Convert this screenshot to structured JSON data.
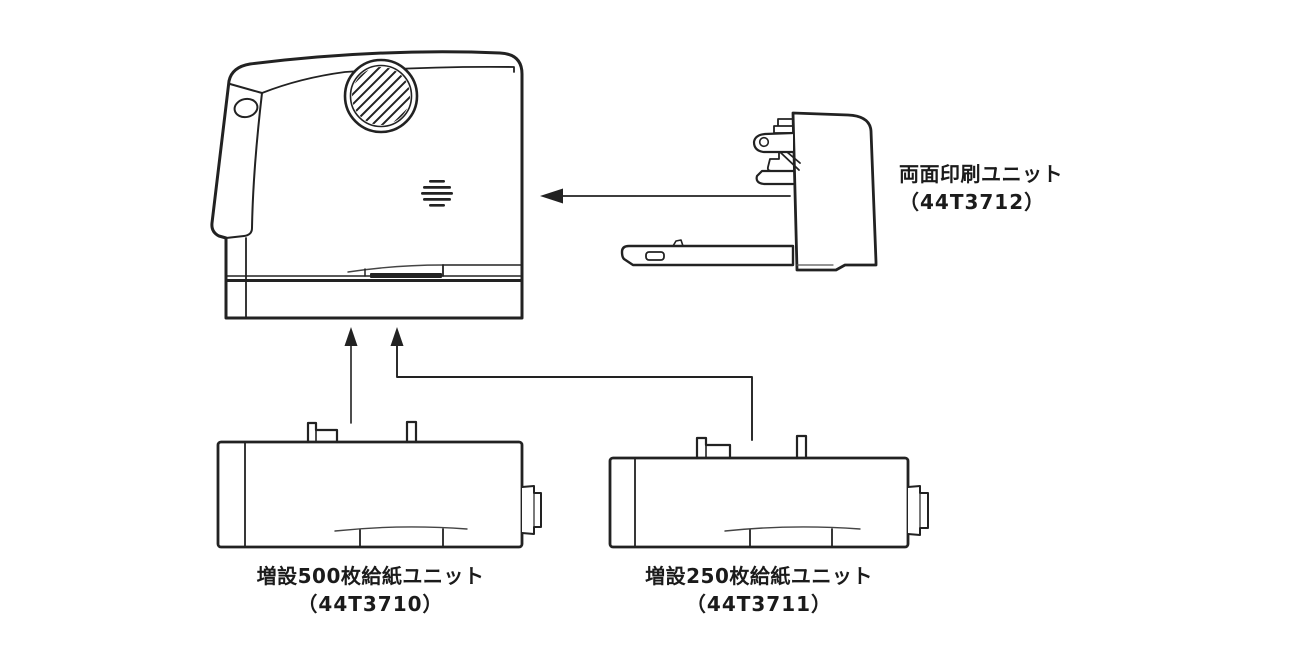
{
  "canvas": {
    "background": "#ffffff",
    "line_color": "#222222"
  },
  "labels": {
    "duplex": {
      "name": "両面印刷ユニット",
      "code": "（44T3712）"
    },
    "feeder500": {
      "name": "増設500枚給紙ユニット",
      "code": "（44T3710）"
    },
    "feeder250": {
      "name": "増設250枚給紙ユニット",
      "code": "（44T3711）"
    }
  },
  "illustrations": {
    "printer": "laser-printer-side-view",
    "duplex_unit": "duplex-print-unit-side-view",
    "feeder500_unit": "500-sheet-feeder-drawer",
    "feeder250_unit": "250-sheet-feeder-drawer",
    "arrow_icons": [
      "left-arrow-icon",
      "up-arrow-icon",
      "up-elbow-arrow-icon"
    ]
  }
}
